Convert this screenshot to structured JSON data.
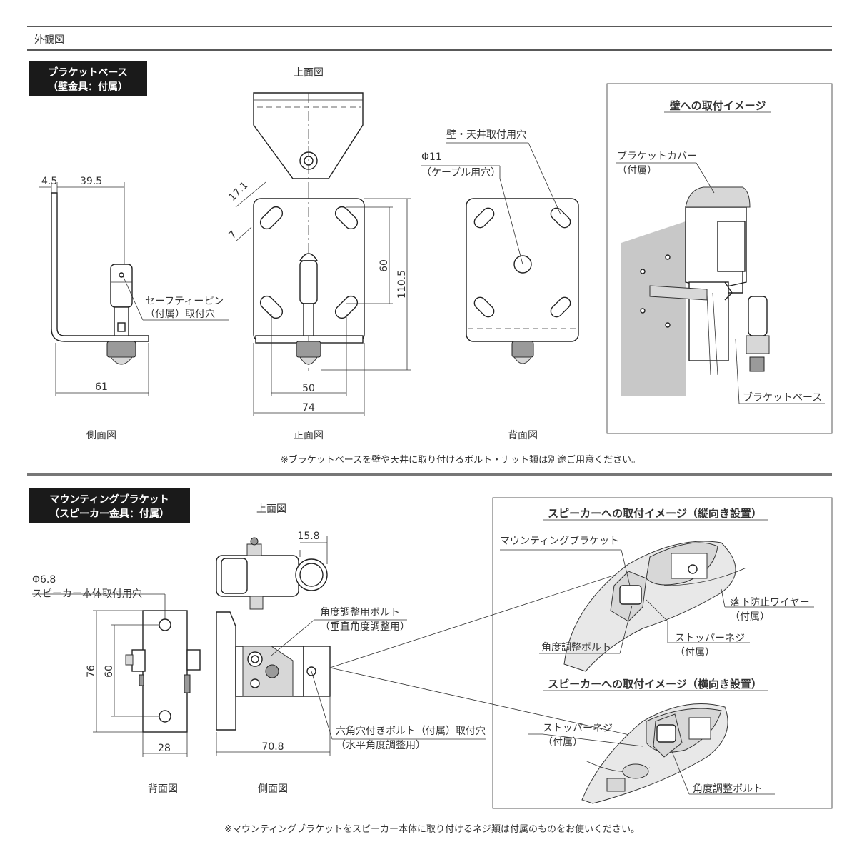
{
  "page": {
    "heading": "外観図"
  },
  "bracket_base": {
    "title_line1": "ブラケットベース",
    "title_line2": "（壁金具：付属）",
    "top_view_label": "上面図",
    "front_view_label": "正面図",
    "side_view_label": "側面図",
    "back_view_label": "背面図",
    "dim_4_5": "4.5",
    "dim_39_5": "39.5",
    "dim_61": "61",
    "dim_17_1": "17.1",
    "dim_7": "7",
    "dim_60": "60",
    "dim_110_5": "110.5",
    "dim_50": "50",
    "dim_74": "74",
    "safety_pin_line1": "セーフティーピン",
    "safety_pin_line2": "（付属）取付穴",
    "wall_ceiling_hole": "壁・天井取付用穴",
    "phi11": "Φ11",
    "cable_hole": "（ケーブル用穴）",
    "install_title": "壁への取付イメージ",
    "bracket_cover_line1": "ブラケットカバー",
    "bracket_cover_line2": "（付属）",
    "bracket_base_label": "ブラケットベース",
    "note": "※ブラケットベースを壁や天井に取り付けるボルト・ナット類は別途ご用意ください。"
  },
  "mounting_bracket": {
    "title_line1": "マウンティングブラケット",
    "title_line2": "（スピーカー金具：付属）",
    "top_view_label": "上面図",
    "back_view_label": "背面図",
    "side_view_label": "側面図",
    "phi6_8": "Φ6.8",
    "speaker_hole": "スピーカー本体取付用穴",
    "dim_15_8": "15.8",
    "dim_76": "76",
    "dim_60": "60",
    "dim_28": "28",
    "dim_70_8": "70.8",
    "angle_bolt_line1": "角度調整用ボルト",
    "angle_bolt_line2": "（垂直角度調整用）",
    "hex_bolt_line1": "六角穴付きボルト（付属）取付穴",
    "hex_bolt_line2": "（水平角度調整用）",
    "vertical_title": "スピーカーへの取付イメージ（縦向き設置）",
    "horizontal_title": "スピーカーへの取付イメージ（横向き設置）",
    "mb_label": "マウンティングブラケット",
    "fall_wire_line1": "落下防止ワイヤー",
    "fall_wire_line2": "（付属）",
    "stopper_line1": "ストッパーネジ",
    "stopper_line2": "（付属）",
    "angle_bolt_label": "角度調整ボルト",
    "stopper2_line1": "ストッパーネジ",
    "stopper2_line2": "（付属）",
    "angle_bolt_label2": "角度調整ボルト",
    "note": "※マウンティングブラケットをスピーカー本体に取り付けるネジ類は付属のものをお使いください。"
  }
}
